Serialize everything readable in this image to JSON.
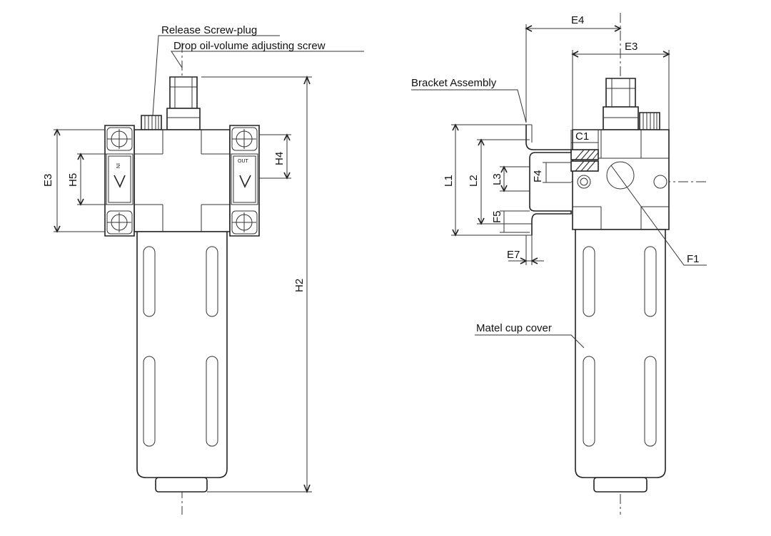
{
  "callouts": {
    "release_screw_plug": "Release Screw-plug",
    "drop_oil_volume_screw": "Drop oil-volume adjusting screw",
    "bracket_assembly": "Bracket Assembly",
    "metal_cup_cover": "Matel cup cover"
  },
  "port_marks": {
    "in": "IN",
    "out": "OUT"
  },
  "dimensions": {
    "e3_left": "E3",
    "h5": "H5",
    "h4": "H4",
    "h2": "H2",
    "e4": "E4",
    "e3_right": "E3",
    "c1": "C1",
    "l1": "L1",
    "l2": "L2",
    "l3": "L3",
    "f4": "F4",
    "f5": "F5",
    "e7": "E7",
    "f1": "F1"
  }
}
